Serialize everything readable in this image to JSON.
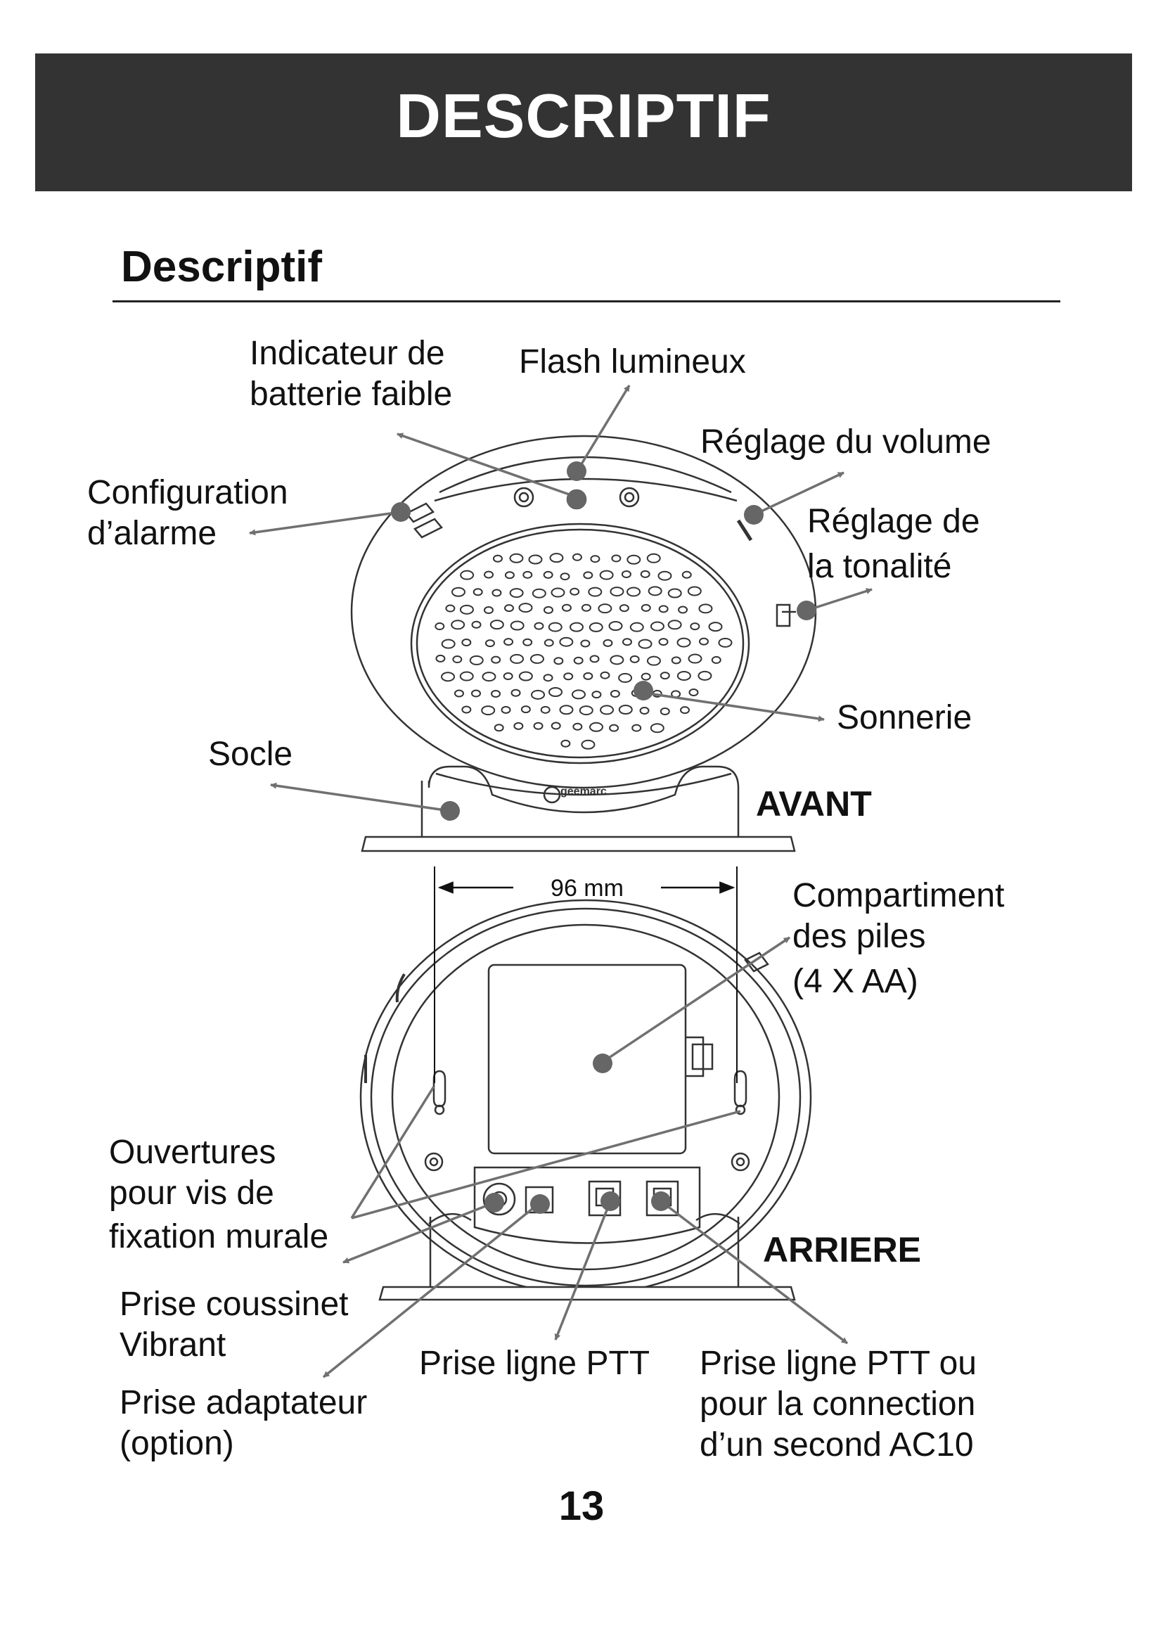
{
  "banner": {
    "title": "DESCRIPTIF"
  },
  "section": {
    "title": "Descriptif"
  },
  "front_view": {
    "label": "AVANT",
    "brand_logo_text": "geemarc",
    "callouts": {
      "low_battery": [
        "Indicateur de",
        "batterie faible"
      ],
      "flash": [
        "Flash lumineux"
      ],
      "volume": [
        "Réglage du volume"
      ],
      "alarm_config": [
        "Configuration",
        "d’alarme"
      ],
      "tone": [
        "Réglage de",
        "la tonalité"
      ],
      "ringer": [
        "Sonnerie"
      ],
      "base": [
        "Socle"
      ]
    }
  },
  "rear_view": {
    "label": "ARRIERE",
    "width_dimension": "96 mm",
    "callouts": {
      "battery_compartment": [
        "Compartiment",
        "des piles",
        "(4 X AA)"
      ],
      "wall_mount_holes": [
        "Ouvertures",
        "pour vis de",
        "fixation murale"
      ],
      "vibrating_pad_socket": [
        "Prise coussinet",
        "Vibrant"
      ],
      "adapter_socket": [
        "Prise adaptateur",
        "(option)"
      ],
      "phone_line": [
        "Prise ligne PTT"
      ],
      "phone_line_or_second": [
        "Prise ligne PTT ou",
        "pour la connection",
        "d’un second AC10"
      ]
    }
  },
  "page_number": "13",
  "colors": {
    "banner_bg": "#333333",
    "banner_text": "#ffffff",
    "pointer": "#707070"
  }
}
